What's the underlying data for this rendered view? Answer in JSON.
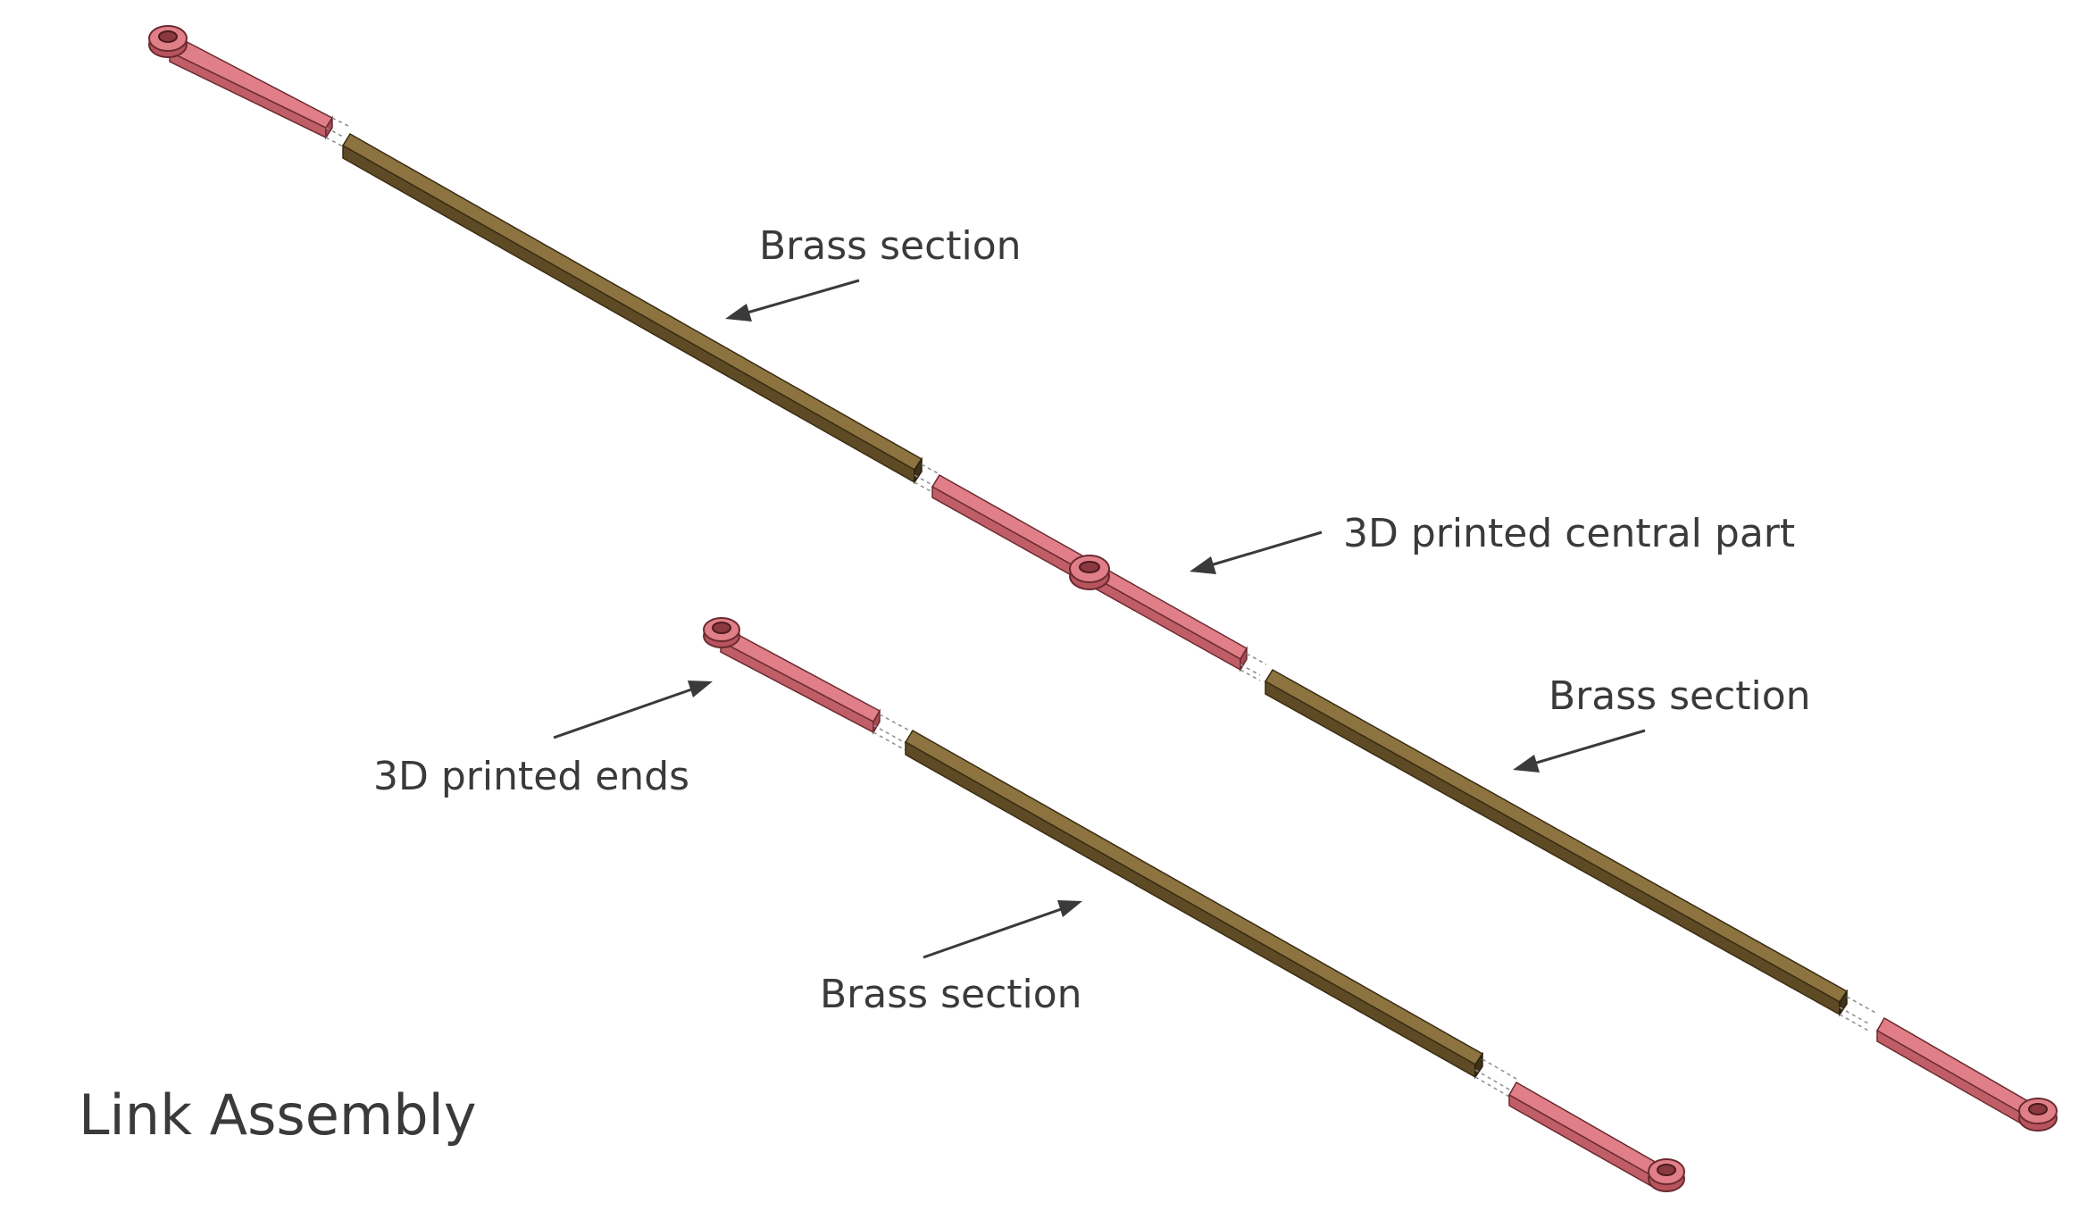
{
  "labels": {
    "brass_upper": "Brass section",
    "central_part": "3D printed central part",
    "brass_right": "Brass section",
    "printed_ends": "3D printed ends",
    "brass_lower": "Brass section"
  },
  "title": "Link Assembly",
  "colors": {
    "printed_part": "#e07f87",
    "brass": "#8c7340",
    "text": "#3a3a3a",
    "background": "#ffffff"
  }
}
